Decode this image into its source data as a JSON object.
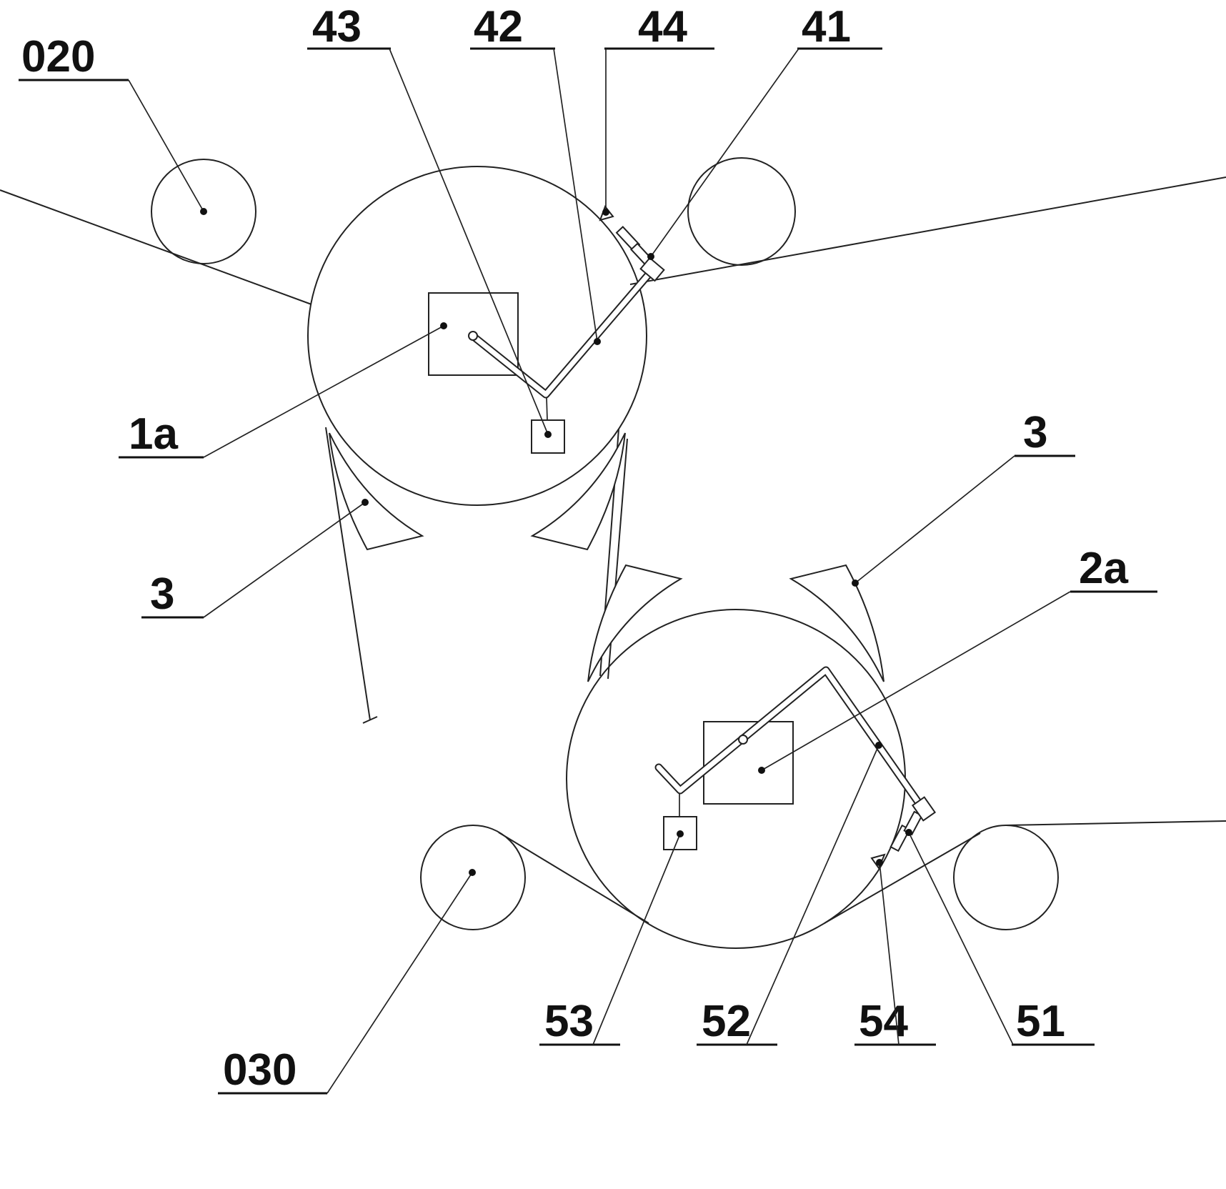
{
  "diagram": {
    "background_color": "#ffffff",
    "line_color": "#222222",
    "labels": {
      "l020": "020",
      "l43": "43",
      "l42": "42",
      "l44": "44",
      "l41": "41",
      "l1a": "1a",
      "l3_left": "3",
      "l3_right": "3",
      "l2a": "2a",
      "l030": "030",
      "l53": "53",
      "l52": "52",
      "l54": "54",
      "l51": "51"
    }
  }
}
